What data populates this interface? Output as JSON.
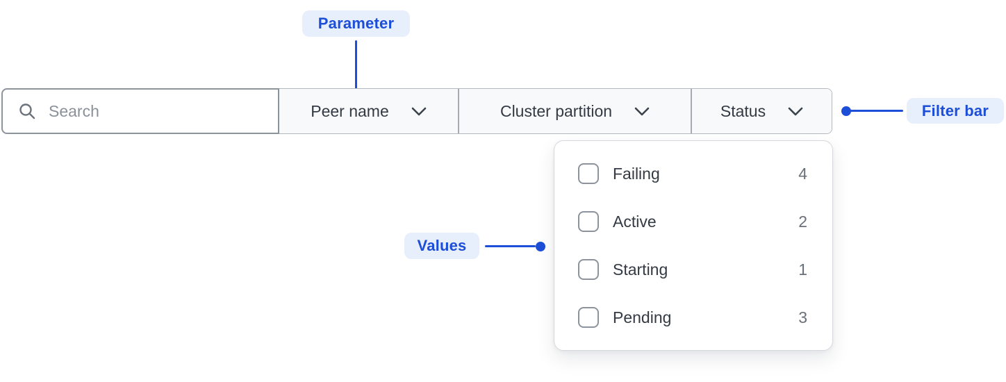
{
  "annotations": {
    "parameter": {
      "label": "Parameter"
    },
    "filter_bar": {
      "label": "Filter bar"
    },
    "values": {
      "label": "Values"
    }
  },
  "filter_bar": {
    "search": {
      "placeholder": "Search",
      "icon": "search-icon"
    },
    "dropdowns": [
      {
        "label": "Peer name",
        "icon": "chevron-down-icon"
      },
      {
        "label": "Cluster partition",
        "icon": "chevron-down-icon"
      },
      {
        "label": "Status",
        "icon": "chevron-down-icon"
      }
    ]
  },
  "status_dropdown": {
    "options": [
      {
        "label": "Failing",
        "count": "4",
        "checked": false
      },
      {
        "label": "Active",
        "count": "2",
        "checked": false
      },
      {
        "label": "Starting",
        "count": "1",
        "checked": false
      },
      {
        "label": "Pending",
        "count": "3",
        "checked": false
      }
    ]
  },
  "colors": {
    "annotation_blue": "#1c4ed8",
    "annotation_badge_bg": "#e7eefc",
    "bar_dropdown_bg": "#f8f9fa",
    "border_gray": "#8c939c",
    "text_dark": "#333a43",
    "count_gray": "#697079"
  }
}
